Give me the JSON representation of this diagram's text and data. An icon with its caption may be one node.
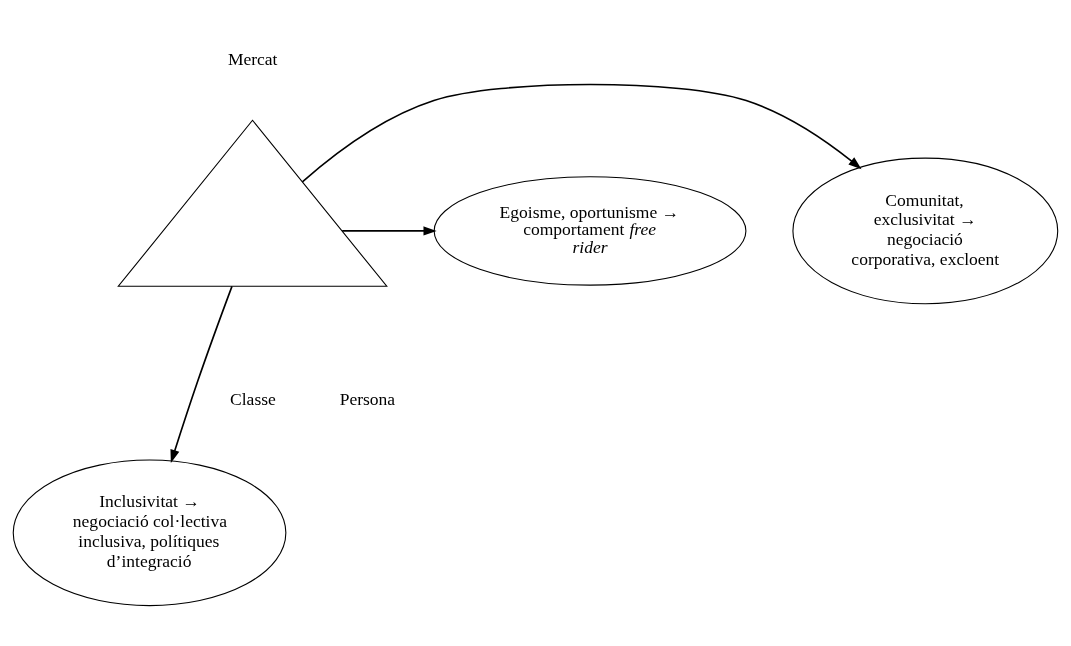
{
  "diagram": {
    "nodes": [
      {
        "text": [
          "Comunitat, exclusivitat → negociació corporativa, excloent"
        ]
      },
      {
        "text": [],
        "shape": "triangle"
      },
      {
        "text": [
          "Egoisme, oportunisme → comportament *free rider*"
        ]
      },
      {
        "text": [
          "Inclusivitat → negociació col·lectiva inclusiva, polítiques d’integració"
        ]
      }
    ],
    "edges": [
      {
        "from": 1,
        "to": 0,
        "arrow": "to"
      },
      {
        "from": 1,
        "to": 2,
        "arrow": "to"
      },
      {
        "from": 1,
        "to": 3,
        "arrow": "to"
      }
    ],
    "labels": [
      "Mercat",
      "Classe",
      "Persona"
    ]
  }
}
